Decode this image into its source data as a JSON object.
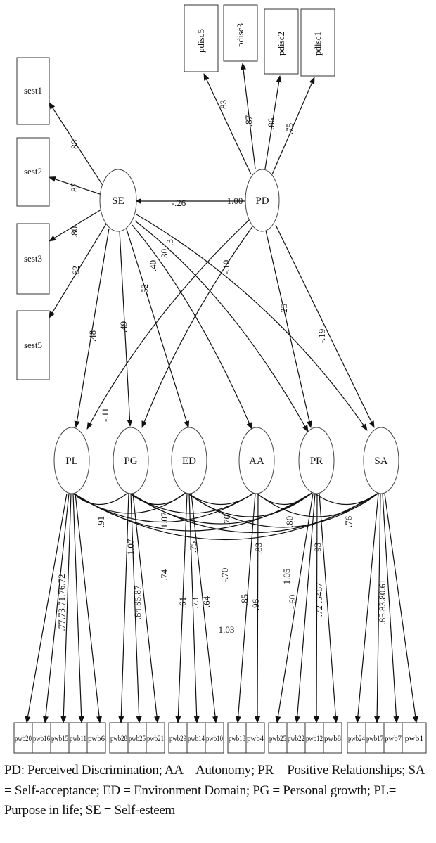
{
  "observed_top": [
    "pdisc5",
    "pdisc3",
    "pdisc2",
    "pdisc1"
  ],
  "observed_left": [
    "sest1",
    "sest2",
    "sest3",
    "sest5"
  ],
  "latent_top": [
    "SE",
    "PD"
  ],
  "latent_bottom": [
    "PL",
    "PG",
    "ED",
    "AA",
    "PR",
    "SA"
  ],
  "observed_bottom": [
    "pwb20",
    "pwb16",
    "pwb15",
    "pwb11",
    "pwb6",
    "pwb28",
    "pwb25",
    "pwb21",
    "pwb29",
    "pwb14",
    "pwb10",
    "pwb18",
    "pwb4",
    "pwb25",
    "pwb22",
    "pwb12",
    "pwb8",
    "pwb24",
    "pwb17",
    "pwb7",
    "pwb1"
  ],
  "loadings": {
    "pdisc5": ".83",
    "pdisc3": ".87",
    "pdisc2": ".86",
    "pdisc1": ".75",
    "sest1": ".88",
    "sest2": ".87",
    "sest3": ".80",
    "sest5": ".62",
    "PL": ".77.73.71.76.72",
    "PG": ".84.85.87",
    "ED": ".61",
    "ED2": ".73",
    "ED3": ".64",
    "AA": ".85",
    "AA2": ".96",
    "PR": "-.60",
    "PR2": ".72 .5467",
    "SA": ".85.83.80.61"
  },
  "paths": {
    "pd_se": "-.26",
    "pd_var": "1.00",
    "se_pl": ".48",
    "se_pg": ".49",
    "se_ed": ".52",
    "se_aa": ".40",
    "se_pr": ".30",
    "se_sa": ".3",
    "pd_pl": "-.11",
    "pd_pg": "-.10",
    "pd_pr": ".25",
    "pd_sa": "-.19"
  },
  "covariances": {
    "c1": ".91",
    "c2": "1.07",
    "c3": ".70",
    "c4": ".80",
    "c5": ".76",
    "c6": "1.07",
    "c7": ".75",
    "c8": ".83",
    "c9": ".93",
    "c10": ".74",
    "c11": "-.70",
    "c12": "1.05",
    "c13": "1.03"
  },
  "caption": "PD: Perceived Discrimination; AA = Autonomy; PR = Positive Relationships; SA = Self-acceptance; ED = Environment Domain; PG = Personal growth; PL= Purpose in life; SE = Self-esteem"
}
